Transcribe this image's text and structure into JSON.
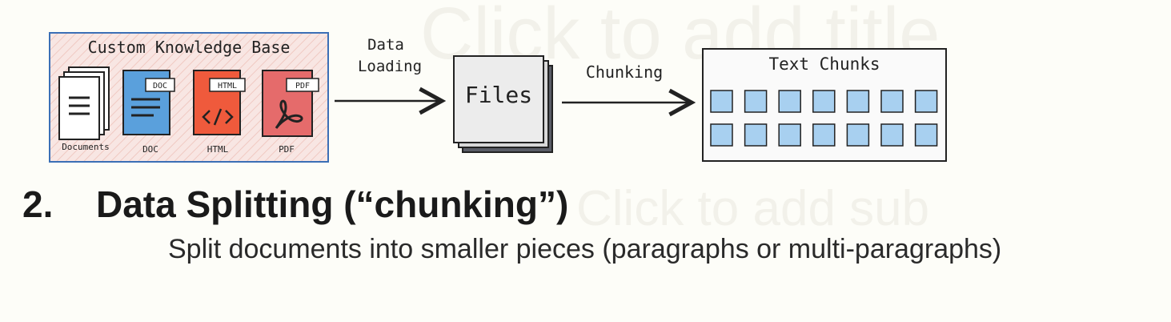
{
  "ghost": {
    "title_placeholder": "Click to add title",
    "subtitle_placeholder": "Click to add sub"
  },
  "diagram": {
    "kb_title": "Custom Knowledge Base",
    "docs": [
      {
        "caption": "Documents",
        "tag": ""
      },
      {
        "caption": "DOC",
        "tag": "DOC"
      },
      {
        "caption": "HTML",
        "tag": "HTML"
      },
      {
        "caption": "PDF",
        "tag": "PDF"
      }
    ],
    "arrow1_label_line1": "Data",
    "arrow1_label_line2": "Loading",
    "files_label": "Files",
    "arrow2_label": "Chunking",
    "chunks_title": "Text Chunks",
    "chunk_rows": 2,
    "chunk_cols": 7,
    "colors": {
      "kb_border": "#3b6fb6",
      "kb_fill": "#f8e6e3",
      "doc_blue": "#5aa0dc",
      "html_red": "#ef5a3c",
      "pdf_red": "#e56b6b",
      "chunk_fill": "#a8d0f0"
    }
  },
  "heading": {
    "number": "2.",
    "text": "Data Splitting (“chunking”)"
  },
  "subtext": "Split documents into smaller pieces (paragraphs or multi-paragraphs)"
}
